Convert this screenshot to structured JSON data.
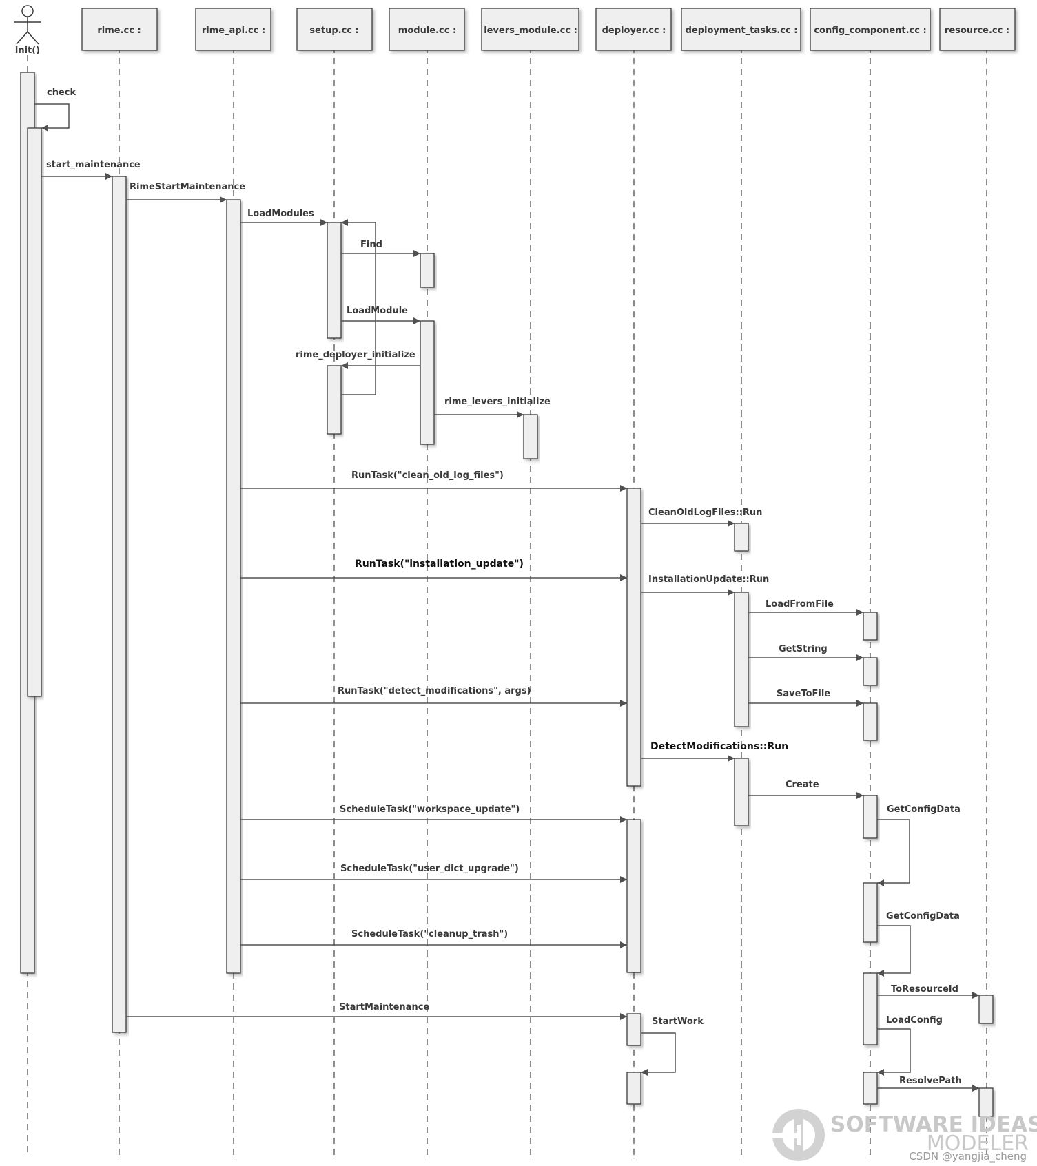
{
  "actor": {
    "label": "init()"
  },
  "participants": [
    {
      "id": "rime",
      "label": "rime.cc :"
    },
    {
      "id": "rime_api",
      "label": "rime_api.cc :"
    },
    {
      "id": "setup",
      "label": "setup.cc :"
    },
    {
      "id": "module",
      "label": "module.cc :"
    },
    {
      "id": "levers_module",
      "label": "levers_module.cc :"
    },
    {
      "id": "deployer",
      "label": "deployer.cc :"
    },
    {
      "id": "deployment_tasks",
      "label": "deployment_tasks.cc :"
    },
    {
      "id": "config_component",
      "label": "config_component.cc :"
    },
    {
      "id": "resource",
      "label": "resource.cc :"
    }
  ],
  "messages": [
    {
      "label": "check"
    },
    {
      "label": "start_maintenance"
    },
    {
      "label": "RimeStartMaintenance"
    },
    {
      "label": "LoadModules"
    },
    {
      "label": "Find"
    },
    {
      "label": "LoadModule"
    },
    {
      "label": "rime_deployer_initialize"
    },
    {
      "label": "rime_levers_initialize"
    },
    {
      "label": "RunTask(\"clean_old_log_files\")"
    },
    {
      "label": "CleanOldLogFiles::Run"
    },
    {
      "label": "RunTask(\"installation_update\")"
    },
    {
      "label": "InstallationUpdate::Run"
    },
    {
      "label": "LoadFromFile"
    },
    {
      "label": "GetString"
    },
    {
      "label": "RunTask(\"detect_modifications\", args)"
    },
    {
      "label": "SaveToFile"
    },
    {
      "label": "DetectModifications::Run"
    },
    {
      "label": "Create"
    },
    {
      "label": "ScheduleTask(\"workspace_update\")"
    },
    {
      "label": "GetConfigData"
    },
    {
      "label": "ScheduleTask(\"user_dict_upgrade\")"
    },
    {
      "label": "GetConfigData"
    },
    {
      "label": "ScheduleTask(\"cleanup_trash\")"
    },
    {
      "label": "ToResourceId"
    },
    {
      "label": "StartMaintenance"
    },
    {
      "label": "LoadConfig"
    },
    {
      "label": "StartWork"
    },
    {
      "label": "ResolvePath"
    }
  ],
  "watermark": {
    "line1": "SOFTWARE IDEAS",
    "line2": "MODELER"
  },
  "credit": "CSDN @yangjia_cheng"
}
